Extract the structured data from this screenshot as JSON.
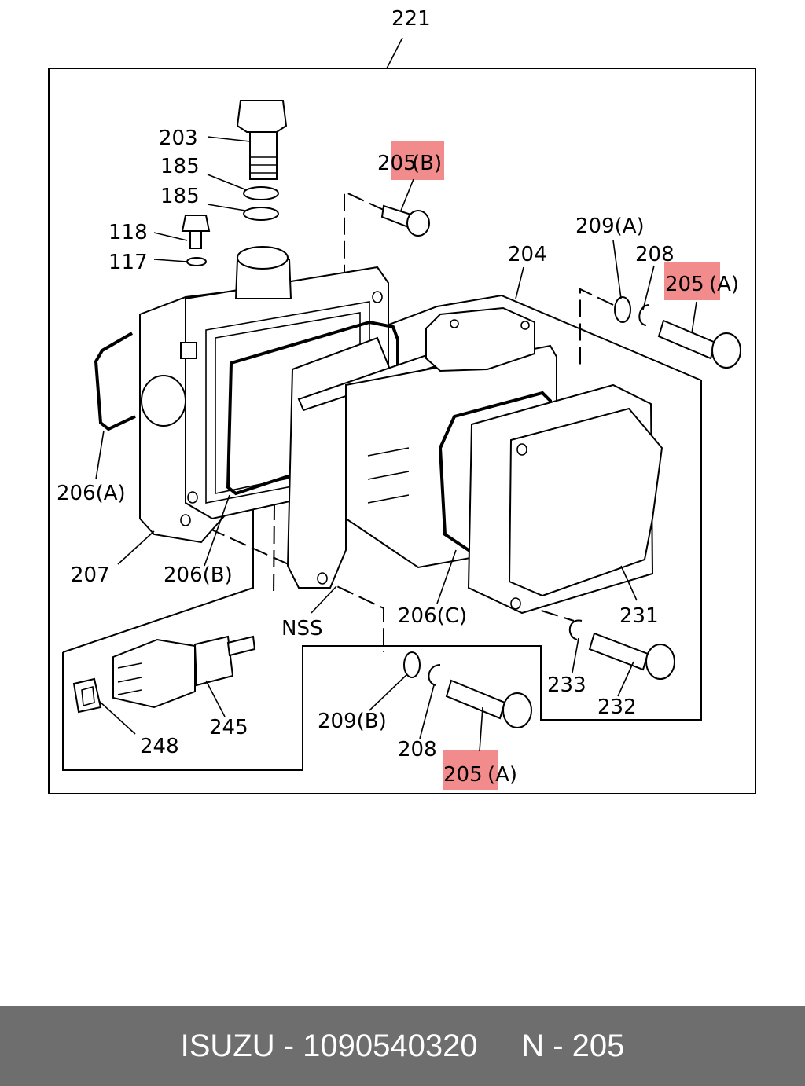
{
  "diagram": {
    "labels": {
      "l221": "221",
      "l203": "203",
      "l185a": "185",
      "l185b": "185",
      "l118": "118",
      "l117": "117",
      "l205b_num": "205",
      "l205b_suf": "(B)",
      "l209a": "209(A)",
      "l208a": "208",
      "l204": "204",
      "l205a1_num": "205",
      "l205a1_suf": "(A)",
      "l206a": "206(A)",
      "l207": "207",
      "l206b": "206(B)",
      "lnss": "NSS",
      "l206c": "206(C)",
      "l231": "231",
      "l233": "233",
      "l232": "232",
      "l209b": "209(B)",
      "l208b": "208",
      "l205a2_num": "205",
      "l205a2_suf": "(A)",
      "l245": "245",
      "l248": "248"
    },
    "highlight_color": "#f28b8b"
  },
  "footer": {
    "brand": "ISUZU",
    "separator": " - ",
    "part_number": "1090540320",
    "gap": "     ",
    "ref": "N - 205"
  }
}
